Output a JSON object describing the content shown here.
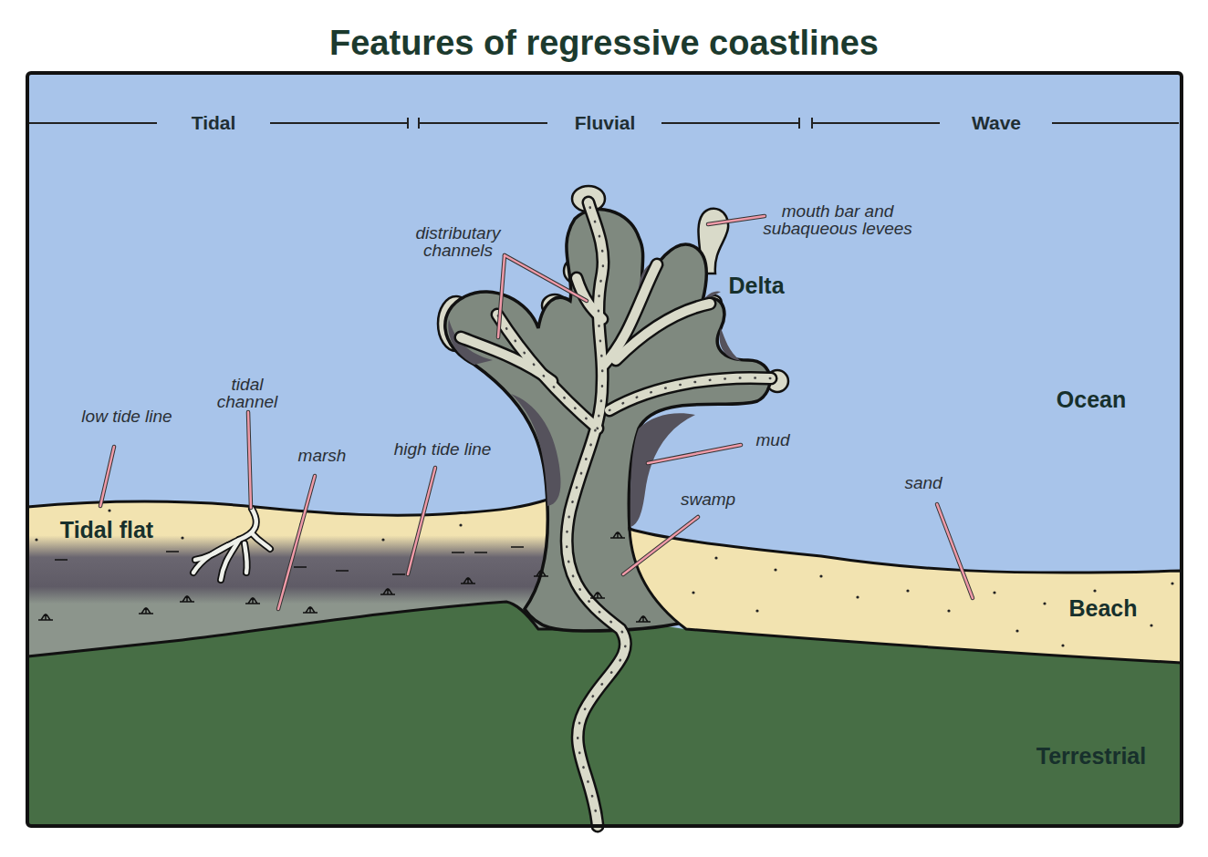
{
  "diagram": {
    "title": "Features of regressive coastlines",
    "labels": [
      "Tidal",
      "Fluvial",
      "Wave",
      "distributary channels",
      "mouth bar and subaqueous levees",
      "Delta",
      "tidal channel",
      "low tide line",
      "marsh",
      "high tide line",
      "mud",
      "swamp",
      "sand",
      "Ocean",
      "Tidal flat",
      "Beach",
      "Terrestrial"
    ]
  }
}
